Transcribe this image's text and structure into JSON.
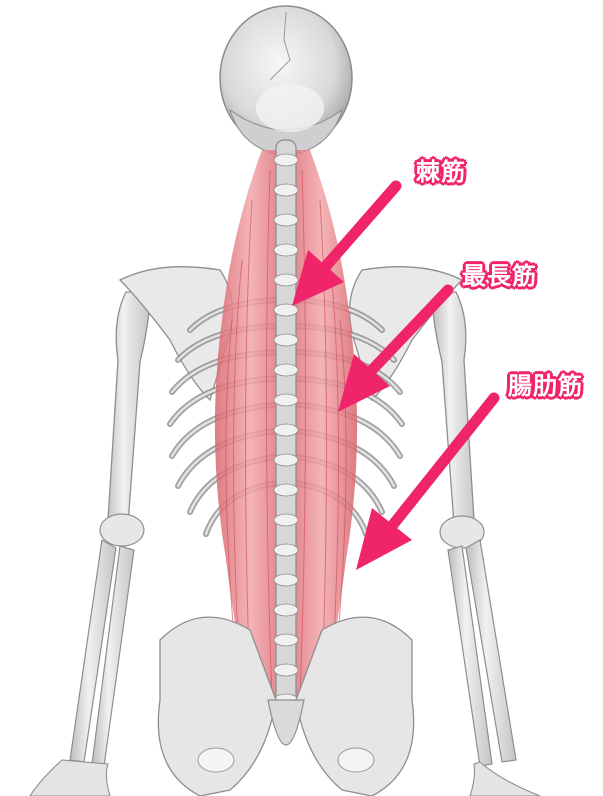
{
  "labels": {
    "spinalis": "棘筋",
    "longissimus": "最長筋",
    "iliocostalis": "腸肋筋"
  },
  "colors": {
    "arrow": "#f0246a",
    "label_outline": "#f0246a",
    "label_text": "#ffffff",
    "muscle": "#e8838a",
    "bone": "#e6e6e6",
    "bone_shadow": "#9a9a9a"
  }
}
